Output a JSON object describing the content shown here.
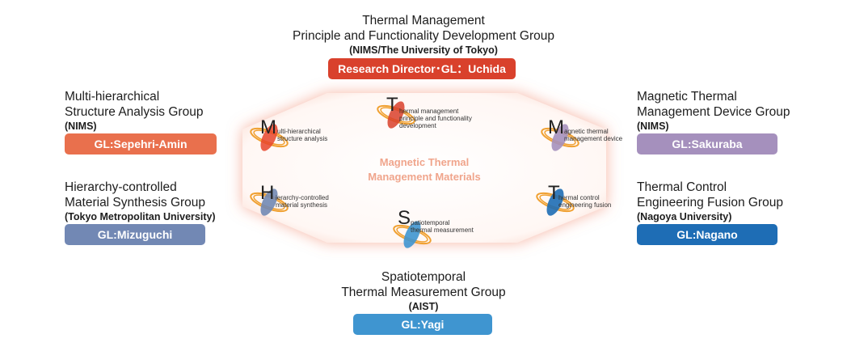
{
  "top": {
    "title_line1": "Thermal Management",
    "title_line2": "Principle and Functionality Development Group",
    "affiliation": "(NIMS/The University of Tokyo)",
    "leader": "Research Director･GL：Uchida",
    "color": "#d9412c"
  },
  "left_upper": {
    "title_line1": "Multi-hierarchical",
    "title_line2": "Structure Analysis Group",
    "affiliation": "(NIMS)",
    "leader": "GL:Sepehri-Amin",
    "color": "#e9704d"
  },
  "left_lower": {
    "title_line1": "Hierarchy-controlled",
    "title_line2": "Material Synthesis Group",
    "affiliation": "(Tokyo Metropolitan University)",
    "leader": "GL:Mizuguchi",
    "color": "#7288b4"
  },
  "right_upper": {
    "title_line1": "Magnetic Thermal",
    "title_line2": "Management Device Group",
    "affiliation": "(NIMS)",
    "leader": "GL:Sakuraba",
    "color": "#a590bd"
  },
  "right_lower": {
    "title_line1": "Thermal Control",
    "title_line2": "Engineering Fusion Group",
    "affiliation": "(Nagoya University)",
    "leader": "GL:Nagano",
    "color": "#1e6db5"
  },
  "bottom": {
    "title_line1": "Spatiotemporal",
    "title_line2": "Thermal Measurement Group",
    "affiliation": "(AIST)",
    "leader": "GL:Yagi",
    "color": "#3f95d0"
  },
  "hub": {
    "line1": "Magnetic Thermal",
    "line2": "Management Materials"
  },
  "modules": {
    "m1": {
      "letter": "M",
      "text_l1": "ulti-hierarchical",
      "text_l2": "structure analysis",
      "text_l3": ""
    },
    "t1": {
      "letter": "T",
      "text_l1": "hermal management",
      "text_l2": "principle and functionality",
      "text_l3": "development"
    },
    "m2": {
      "letter": "M",
      "text_l1": "agnetic thermal",
      "text_l2": "management device",
      "text_l3": ""
    },
    "h1": {
      "letter": "H",
      "text_l1": "ierarchy-controlled",
      "text_l2": "material synthesis",
      "text_l3": ""
    },
    "t2": {
      "letter": "T",
      "text_l1": "hermal control",
      "text_l2": "engineering fusion",
      "text_l3": ""
    },
    "s1": {
      "letter": "S",
      "text_l1": "patiotemporal",
      "text_l2": "thermal measurement",
      "text_l3": ""
    }
  }
}
